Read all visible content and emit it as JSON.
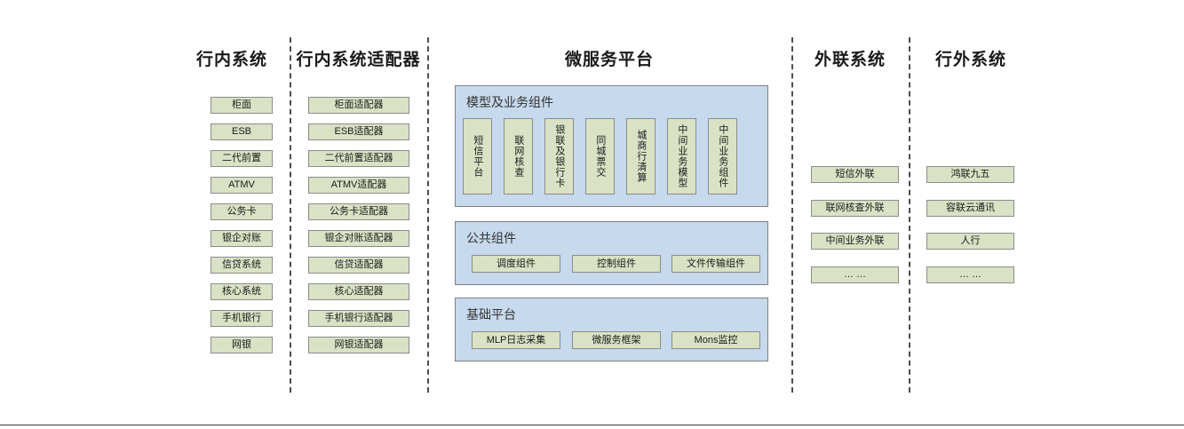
{
  "colors": {
    "node_fill": "#d9e2c4",
    "node_border": "#8c8c8c",
    "panel_fill": "#c6d9ed",
    "panel_border": "#7f7f7f",
    "divider": "#4d4d4d",
    "text": "#1a1a1a"
  },
  "columns": {
    "internal_systems": {
      "title": "行内系统",
      "items": [
        "柜面",
        "ESB",
        "二代前置",
        "ATMV",
        "公务卡",
        "银企对账",
        "信贷系统",
        "核心系统",
        "手机银行",
        "网银"
      ]
    },
    "internal_adapters": {
      "title": "行内系统适配器",
      "items": [
        "柜面适配器",
        "ESB适配器",
        "二代前置适配器",
        "ATMV适配器",
        "公务卡适配器",
        "银企对账适配器",
        "信贷适配器",
        "核心适配器",
        "手机银行适配器",
        "网银适配器"
      ]
    },
    "microservice_platform": {
      "title": "微服务平台",
      "groups": [
        {
          "label": "模型及业务组件",
          "orientation": "vertical",
          "items": [
            "短信平台",
            "联网核查",
            "银联及银行卡",
            "同城票交",
            "城商行清算",
            "中间业务模型",
            "中间业务组件"
          ]
        },
        {
          "label": "公共组件",
          "orientation": "horizontal",
          "items": [
            "调度组件",
            "控制组件",
            "文件传输组件"
          ]
        },
        {
          "label": "基础平台",
          "orientation": "horizontal",
          "items": [
            "MLP日志采集",
            "微服务框架",
            "Mons监控"
          ]
        }
      ]
    },
    "external_liaison_systems": {
      "title": "外联系统",
      "items": [
        "短信外联",
        "联网核查外联",
        "中间业务外联",
        "… …"
      ]
    },
    "outside_bank_systems": {
      "title": "行外系统",
      "items": [
        "鸿联九五",
        "容联云通讯",
        "人行",
        "… …"
      ]
    }
  }
}
